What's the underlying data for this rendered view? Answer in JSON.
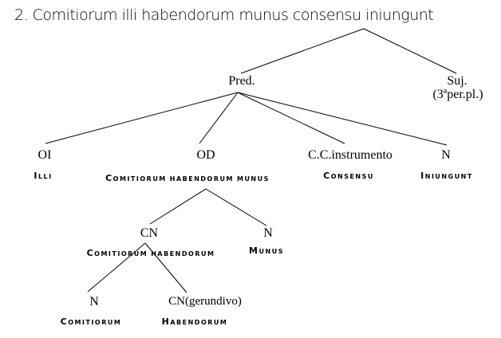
{
  "title": "2. Comitiorum illi habendorum munus consensu iniungunt",
  "nodes": {
    "pred": "Pred.",
    "suj": "Suj.",
    "suj_note": "(3ªper.pl.)",
    "oi": "OI",
    "od": "OD",
    "cc": "C.C.instrumento",
    "n1": "N",
    "cn": "CN",
    "n2": "N",
    "n3": "N",
    "cn_ger": "CN(gerundivo)"
  },
  "words": {
    "illi": "Illi",
    "od_phrase_1": "Comitiorum",
    "od_phrase_2": "habendorum",
    "od_phrase_3": "munus",
    "consensu": "Consensu",
    "iniungunt": "Iniungunt",
    "cn_phrase_1": "Comitiorum",
    "cn_phrase_2": "habendorum",
    "munus": "Munus",
    "comitiorum": "Comitiorum",
    "habendorum": "Habendorum"
  }
}
